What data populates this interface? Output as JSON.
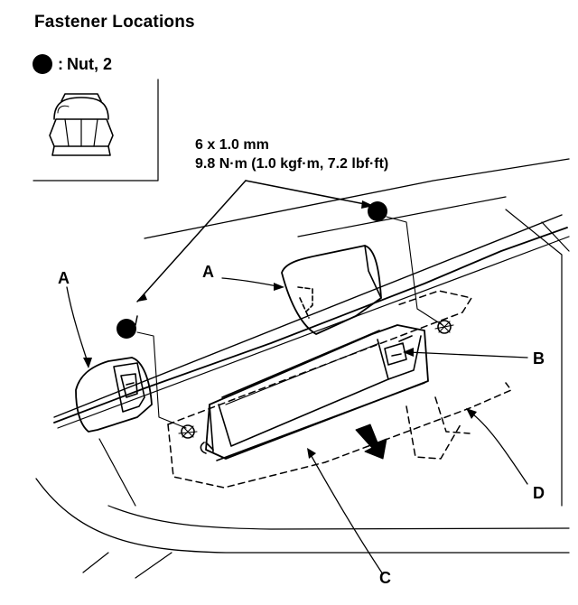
{
  "title": "Fastener Locations",
  "legend": {
    "symbol": "black-dot",
    "separator": ":",
    "text": "Nut, 2"
  },
  "torque_spec": {
    "size": "6 x 1.0 mm",
    "torque": "9.8 N·m (1.0 kgf·m, 7.2 lbf·ft)"
  },
  "callouts": {
    "a": "A",
    "b": "B",
    "c": "C",
    "d": "D"
  }
}
